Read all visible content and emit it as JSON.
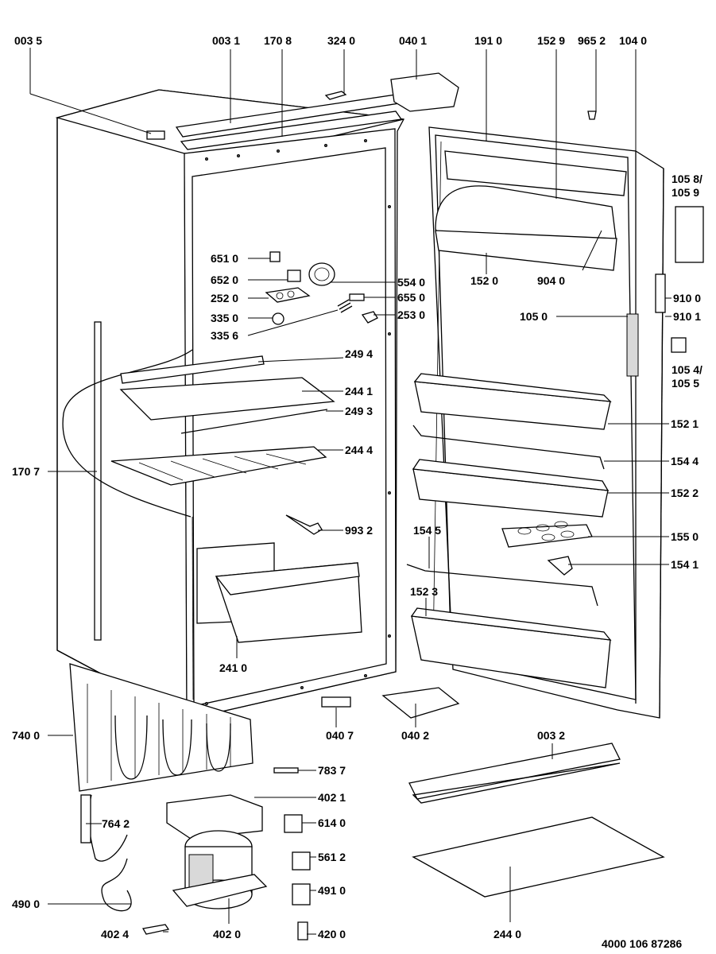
{
  "drawing_number": "4000 106 87286",
  "labels": [
    "003 5",
    "003 1",
    "170 8",
    "324 0",
    "040 1",
    "191 0",
    "152 9",
    "965 2",
    "104 0",
    "105 8/",
    "105 9",
    "651 0",
    "652 0",
    "252 0",
    "335 0",
    "335 6",
    "554 0",
    "655 0",
    "253 0",
    "152 0",
    "904 0",
    "910 0",
    "910 1",
    "105 0",
    "105 4/",
    "105 5",
    "249 4",
    "244 1",
    "249 3",
    "244 4",
    "170 7",
    "152 1",
    "154 4",
    "152 2",
    "155 0",
    "154 1",
    "993 2",
    "154 5",
    "152 3",
    "241 0",
    "740 0",
    "040 7",
    "040 2",
    "003 2",
    "783 7",
    "402 1",
    "764 2",
    "614 0",
    "561 2",
    "490 0",
    "491 0",
    "244 0",
    "402 4",
    "402 0",
    "420 0"
  ]
}
